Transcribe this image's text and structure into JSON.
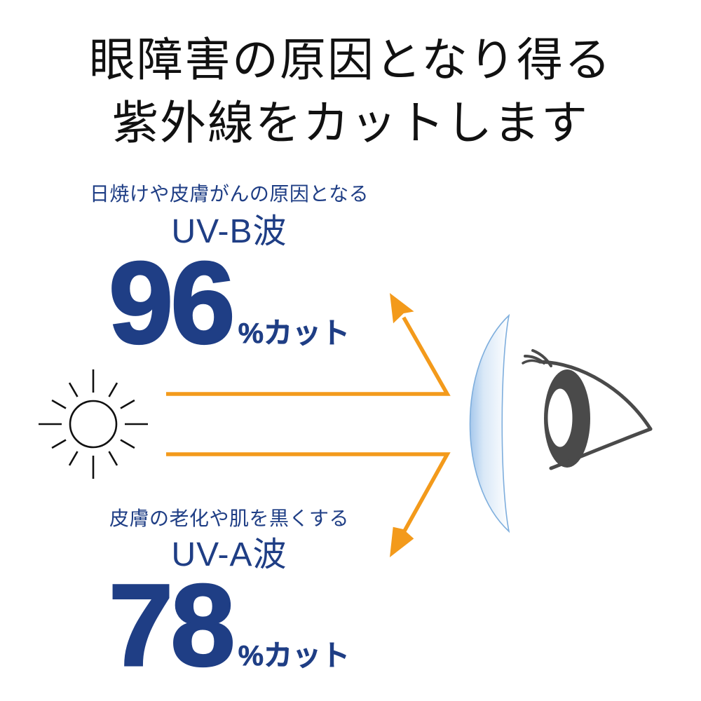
{
  "title": {
    "line1": "眼障害の原因となり得る",
    "line2": "紫外線をカットします"
  },
  "uvb": {
    "description": "日焼けや皮膚がんの原因となる",
    "name": "UV-B波",
    "cut_value": "96",
    "cut_unit": "%カット"
  },
  "uva": {
    "description": "皮膚の老化や肌を黒くする",
    "name": "UV-A波",
    "cut_value": "78",
    "cut_unit": "%カット"
  },
  "icons": {
    "sun": "sun-icon",
    "lens": "contact-lens-icon",
    "eye": "eye-icon",
    "reflected_arrow": "arrow-icon"
  },
  "colors": {
    "background": "#ffffff",
    "title": "#111111",
    "accent_navy": "#1f3e85",
    "arrow_orange": "#f39a1b",
    "sun_line": "#111111",
    "eye_gray": "#4a4a4a",
    "lens_blue": "#8db8e6"
  }
}
